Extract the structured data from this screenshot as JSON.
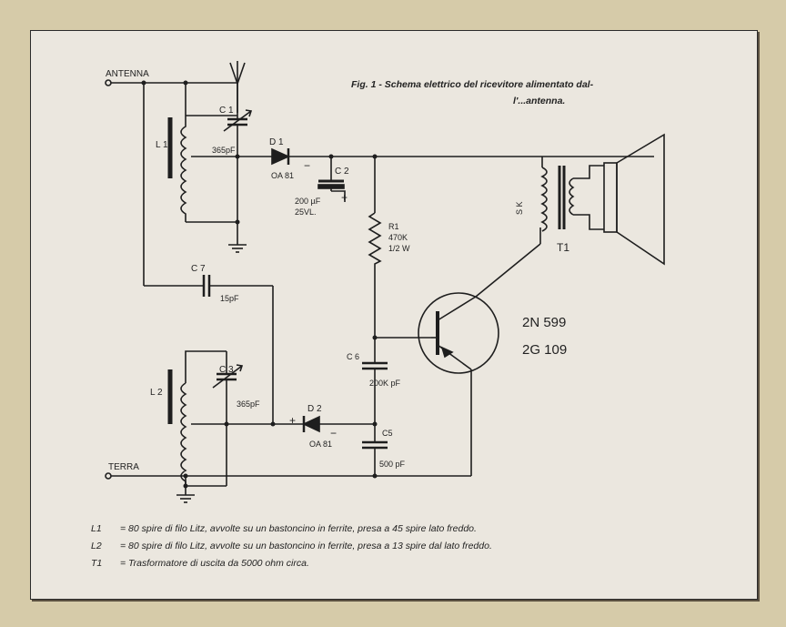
{
  "caption": {
    "line1": "Fig. 1 - Schema elettrico del ricevitore alimentato dal-",
    "line2": "l'...antenna."
  },
  "terminals": {
    "antenna": "ANTENNA",
    "terra": "TERRA"
  },
  "components": {
    "C1": {
      "ref": "C 1",
      "value": "365pF"
    },
    "D1": {
      "ref": "D 1",
      "value": "OA 81"
    },
    "C2": {
      "ref": "C 2",
      "value_line1": "200 µF",
      "value_line2": "25VL."
    },
    "L1": {
      "ref": "L 1"
    },
    "R1": {
      "ref": "R1",
      "value_line1": "470K",
      "value_line2": "1/2 W"
    },
    "C7": {
      "ref": "C 7",
      "value": "15pF"
    },
    "C3": {
      "ref": "C 3",
      "value": "365pF"
    },
    "L2": {
      "ref": "L 2"
    },
    "D2": {
      "ref": "D 2",
      "value": "OA 81"
    },
    "C6": {
      "ref": "C 6",
      "value": "200K pF"
    },
    "C5": {
      "ref": "C5",
      "value": "500 pF"
    },
    "T1": {
      "ref": "T1",
      "winding": "S K"
    },
    "transistor": {
      "type1": "2N 599",
      "type2": "2G 109"
    }
  },
  "polarity": {
    "minus": "−",
    "plus": "+"
  },
  "legend": [
    {
      "key": "L1",
      "text": "= 80 spire di filo Litz, avvolte su un bastoncino in ferrite, presa a 45 spire lato freddo."
    },
    {
      "key": "L2",
      "text": "= 80 spire di filo Litz, avvolte su un bastoncino  in ferrite, presa a 13 spire dal lato freddo."
    },
    {
      "key": "T1",
      "text": "= Trasformatore di uscita da 5000 ohm circa."
    }
  ]
}
